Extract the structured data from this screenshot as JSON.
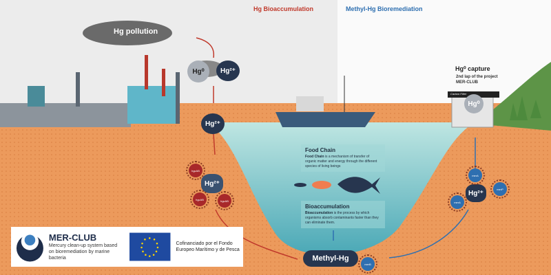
{
  "headers": {
    "bioaccumulation": "Hg Bioaccumulation",
    "bioremediation": "Methyl-Hg Bioremediation"
  },
  "pollution": {
    "label": "Hg pollution"
  },
  "species": {
    "hg0": "Hg⁰",
    "hg2": "Hg²⁺",
    "methyl": "Methyl-Hg"
  },
  "bacteria_left": [
    "hgcAB",
    "hgcAB",
    "hgcAB"
  ],
  "bacteria_right": [
    "merA",
    "merP",
    "merA"
  ],
  "methyl_bacterium": "merB",
  "food_chain": {
    "title": "Food Chain",
    "bold": "Food Chain",
    "text": " is a mechanism of transfer of organic matter and energy through the different species of living beings"
  },
  "bioaccumulation": {
    "title": "Bioaccumulation",
    "bold": "Bioaccumulation",
    "text": " is the process by which organisms absorb contaminants faster than they can eliminate them."
  },
  "capture": {
    "title": "Hg⁰ capture",
    "subtitle": "2nd lap of the project MER-CLUB",
    "filter_label": "Carbon Filter"
  },
  "logo": {
    "name": "MER-CLUB",
    "tagline": "Mercury clean-up system based on bioremediation by marine bacteria",
    "eu_text": "Cofinanciado por el Fondo Europeo Marítimo y de Pesca"
  },
  "colors": {
    "red": "#c0392b",
    "blue": "#2e6fb0",
    "navy": "#27364f",
    "ground": "#ec9a5c",
    "water": "#8fd0cf"
  }
}
